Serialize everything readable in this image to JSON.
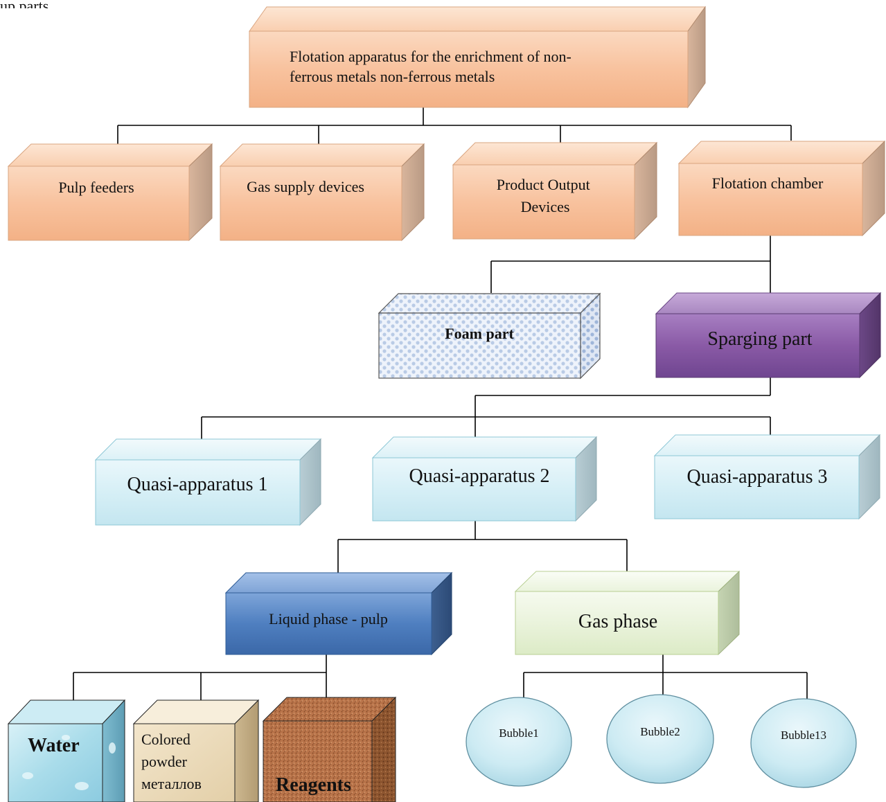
{
  "top_left_fragment": "up parts",
  "nodes": {
    "root": {
      "lines": [
        "Flotation apparatus for the enrichment of non-",
        "ferrous metals non-ferrous metals"
      ]
    },
    "pulp_feeders": {
      "lines": [
        "Pulp feeders"
      ]
    },
    "gas_supply": {
      "lines": [
        "Gas supply devices"
      ]
    },
    "product_output": {
      "lines": [
        "Product Output",
        "Devices"
      ]
    },
    "flotation_chamber": {
      "lines": [
        "Flotation chamber"
      ]
    },
    "foam_part": {
      "lines": [
        "Foam part"
      ]
    },
    "sparging_part": {
      "lines": [
        "Sparging part"
      ]
    },
    "quasi_1": {
      "lines": [
        "Quasi-apparatus 1"
      ]
    },
    "quasi_2": {
      "lines": [
        "Quasi-apparatus 2"
      ]
    },
    "quasi_3": {
      "lines": [
        "Quasi-apparatus 3"
      ]
    },
    "liquid_phase": {
      "lines": [
        "Liquid phase - pulp"
      ]
    },
    "gas_phase": {
      "lines": [
        "Gas phase"
      ]
    },
    "water": {
      "lines": [
        "Water"
      ]
    },
    "colored_powder": {
      "lines": [
        "Colored",
        "powder",
        "металлов"
      ]
    },
    "reagents": {
      "lines": [
        "Reagents"
      ]
    },
    "bubble_1": {
      "lines": [
        "Bubble1"
      ]
    },
    "bubble_2": {
      "lines": [
        "Bubble2"
      ]
    },
    "bubble_3": {
      "lines": [
        "Bubble13"
      ]
    }
  },
  "colors": {
    "peach": "#f9c6a4",
    "peach_side": "#c8a890",
    "purple": "#8a5aa6",
    "light_blue": "#d9f0f6",
    "blue": "#4f7fc0",
    "green": "#eaf3dc",
    "bubble": "#c7e8f2"
  }
}
